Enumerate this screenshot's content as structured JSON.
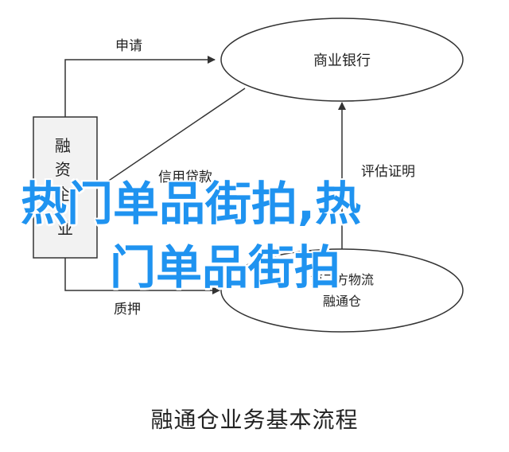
{
  "nodes": {
    "enterprise": "融\n资\n企\n业",
    "bank": "商业银行",
    "warehouse": "融通仓"
  },
  "edges": {
    "apply": "申请",
    "credit_loan": "信用贷款",
    "evaluation": "评估证明",
    "pledge": "质押",
    "third_party": "第三方物流"
  },
  "caption": "融通仓业务基本流程",
  "overlay": {
    "line1": "热门单品街拍,热",
    "line2": "门单品街拍"
  },
  "colors": {
    "overlay_text": "#1f93f0",
    "diagram_stroke": "#333333",
    "enterprise_fill": "#f2f2f2"
  }
}
